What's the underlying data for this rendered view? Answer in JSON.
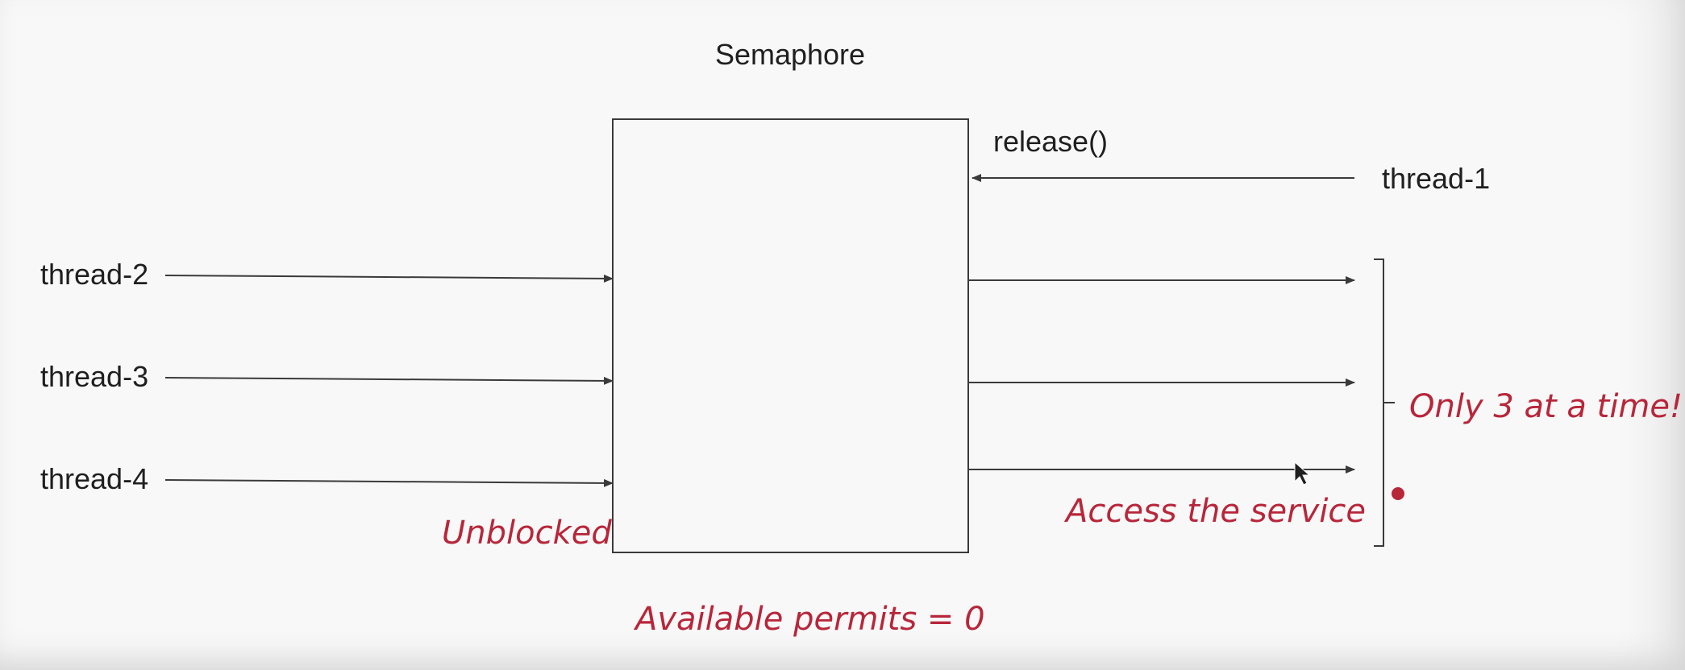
{
  "title": "Semaphore",
  "release_label": "release()",
  "threads": {
    "incoming": [
      "thread-2",
      "thread-3",
      "thread-4"
    ],
    "releasing": "thread-1"
  },
  "annotations": {
    "unblocked": "Unblocked",
    "access": "Access the service",
    "limit": "Only 3 at a time!",
    "permits": "Available permits = 0"
  },
  "colors": {
    "annotation": "#b8263a",
    "line": "#3a3a3a",
    "text": "#1f1f1f",
    "background": "#f8f8f8"
  }
}
